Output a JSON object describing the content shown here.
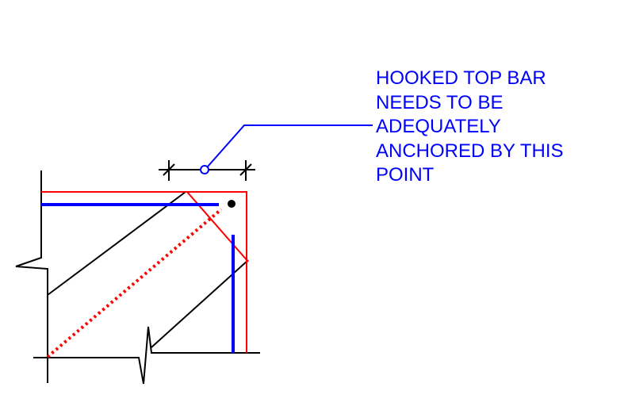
{
  "colors": {
    "outline": "#000000",
    "strut_and_tie": "#ff0000",
    "reinforcement": "#0000ff",
    "annotation": "#0000ff"
  },
  "annotation": {
    "lines": [
      "HOOKED TOP BAR",
      "NEEDS TO BE",
      "ADEQUATELY",
      "ANCHORED BY THIS",
      "POINT"
    ]
  }
}
